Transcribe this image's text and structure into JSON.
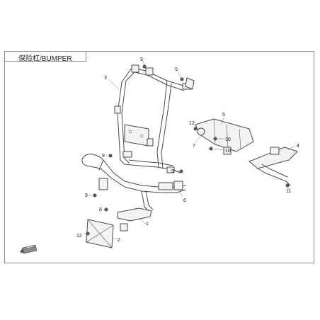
{
  "title": "保险杠/BUMPER",
  "callouts": [
    "1",
    "2",
    "3",
    "4",
    "5",
    "6",
    "7",
    "8",
    "9",
    "10",
    "11",
    "12"
  ],
  "marker": {
    "icon": "direction-arrow-icon"
  }
}
